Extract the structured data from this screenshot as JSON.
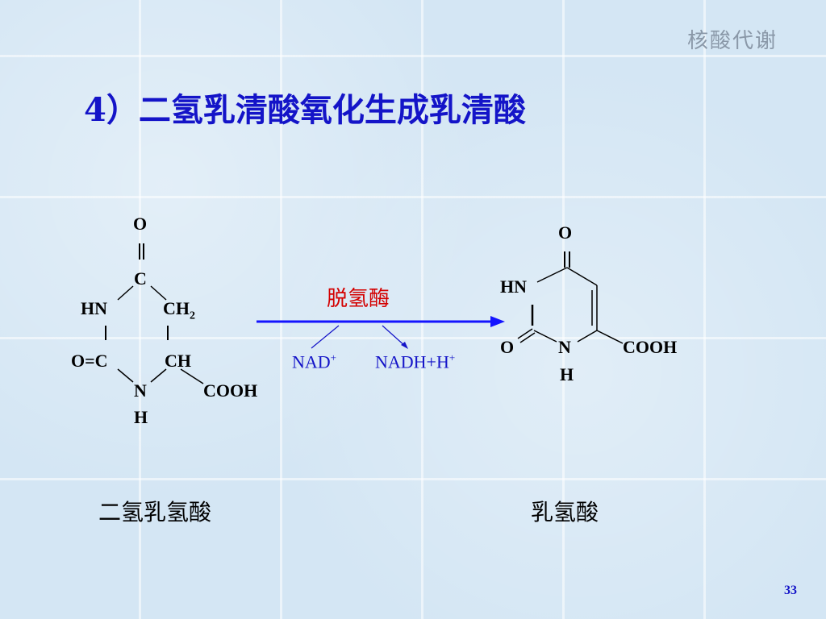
{
  "slide": {
    "header_tag": "核酸代谢",
    "title": "4）二氢乳清酸氧化生成乳清酸",
    "page_number": "33"
  },
  "reaction": {
    "enzyme": "脱氢酶",
    "cofactor_in": "NAD",
    "cofactor_in_sup": "+",
    "cofactor_out": "NADH+H",
    "cofactor_out_sup": "+",
    "accent_color": "#1414c8",
    "enzyme_color": "#d40000"
  },
  "substrate": {
    "name": "二氢乳氢酸",
    "atoms": {
      "o_top": "O",
      "c_carbonyl": "C",
      "hn": "HN",
      "ch2": "CH",
      "ch2_sub": "2",
      "oc": "O=C",
      "ch": "CH",
      "n": "N",
      "h": "H",
      "cooh": "COOH"
    }
  },
  "product": {
    "name": "乳氢酸",
    "atoms": {
      "o_top": "O",
      "hn": "HN",
      "o_left": "O",
      "n": "N",
      "h": "H",
      "cooh": "COOH"
    }
  }
}
